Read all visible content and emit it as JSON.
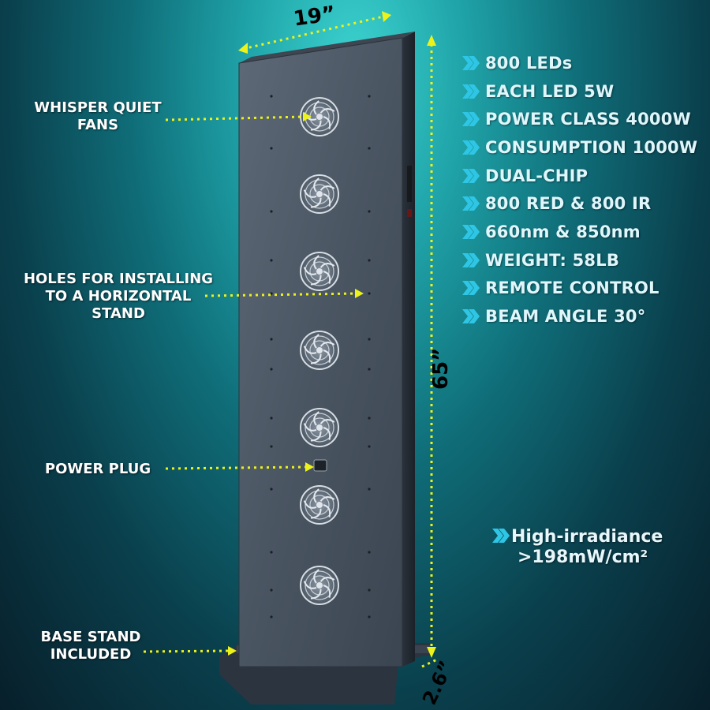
{
  "dimensions": {
    "width_label": "19”",
    "height_label": "65”",
    "depth_label": "2.6”"
  },
  "specs": [
    {
      "text": "800 LEDs",
      "icon": "double-chevron-right-icon"
    },
    {
      "text": "EACH LED 5W",
      "icon": "double-chevron-right-icon"
    },
    {
      "text": "POWER CLASS 4000W",
      "icon": "double-chevron-right-icon"
    },
    {
      "text": "CONSUMPTION 1000W",
      "icon": "double-chevron-right-icon"
    },
    {
      "text": "DUAL-CHIP",
      "icon": "double-chevron-right-icon"
    },
    {
      "text": "800 RED & 800 IR",
      "icon": "double-chevron-right-icon"
    },
    {
      "text": "660nm & 850nm",
      "icon": "double-chevron-right-icon"
    },
    {
      "text": "WEIGHT: 58LB",
      "icon": "double-chevron-right-icon"
    },
    {
      "text": "REMOTE CONTROL",
      "icon": "double-chevron-right-icon"
    },
    {
      "text": "BEAM ANGLE 30°",
      "icon": "double-chevron-right-icon"
    }
  ],
  "callouts": {
    "fans": [
      "WHISPER QUIET",
      "FANS"
    ],
    "holes": [
      "HOLES FOR INSTALLING",
      "TO A HORIZONTAL",
      "STAND"
    ],
    "plug": [
      "POWER PLUG"
    ],
    "base": [
      "BASE STAND",
      "INCLUDED"
    ]
  },
  "irradiance": {
    "line1": "High-irradiance",
    "line2": ">198mW/cm²"
  },
  "colors": {
    "accent_chevron": "#2fc6e6",
    "dotted_line": "#ecf21a",
    "panel": "#4f5a66"
  },
  "fan_count": 7
}
